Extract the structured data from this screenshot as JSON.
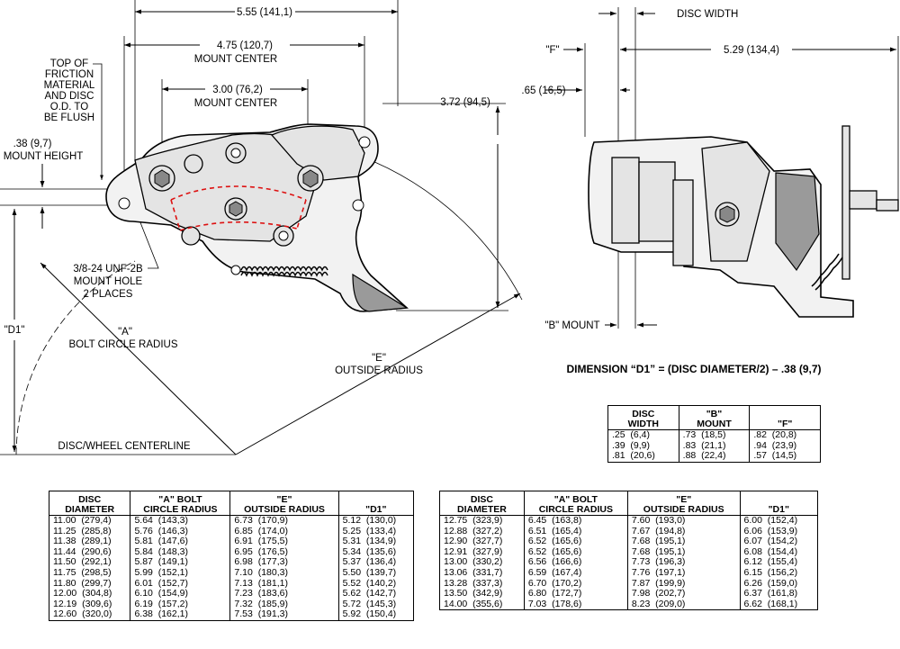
{
  "dims": {
    "overall": "5.55 (141,1)",
    "mount_center_outer_value": "4.75 (120,7)",
    "mount_center_outer_label": "MOUNT CENTER",
    "mount_center_inner_value": "3.00 (76,2)",
    "mount_center_inner_label": "MOUNT CENTER",
    "height_right": "3.72 (94,5)",
    "top_friction": [
      "TOP OF",
      "FRICTION",
      "MATERIAL",
      "AND DISC",
      "O.D. TO",
      "BE FLUSH"
    ],
    "mount_height_value": ".38 (9,7)",
    "mount_height_label": "MOUNT HEIGHT",
    "mount_hole": [
      "3/8-24 UNF-2B",
      "MOUNT HOLE",
      "2 PLACES"
    ],
    "d1": "\"D1\"",
    "a_name": "\"A\"",
    "a_label": "BOLT CIRCLE RADIUS",
    "e_name": "\"E\"",
    "e_label": "OUTSIDE RADIUS",
    "centerline": "DISC/WHEEL CENTERLINE",
    "disc_width": "DISC WIDTH",
    "f": "\"F\"",
    "side_width": "5.29 (134,4)",
    "side_offset": ".65 (16,5)",
    "b_mount": "\"B\" MOUNT",
    "formula": "DIMENSION “D1” = (DISC DIAMETER/2) – .38 (9,7)"
  },
  "table_small": {
    "headers": [
      [
        "DISC",
        "WIDTH"
      ],
      [
        "\"B\"",
        "MOUNT"
      ],
      [
        "",
        "\"F\""
      ]
    ],
    "rows": [
      [
        ".25  (6,4)",
        ".73  (18,5)",
        ".82  (20,8)"
      ],
      [
        ".39  (9,9)",
        ".83  (21,1)",
        ".94  (23,9)"
      ],
      [
        ".81  (20,6)",
        ".88  (22,4)",
        ".57  (14,5)"
      ]
    ]
  },
  "table_left": {
    "headers": [
      [
        "DISC",
        "DIAMETER"
      ],
      [
        "\"A\" BOLT",
        "CIRCLE RADIUS"
      ],
      [
        "\"E\"",
        "OUTSIDE RADIUS"
      ],
      [
        "",
        "\"D1\""
      ]
    ],
    "rows": [
      [
        "11.00  (279,4)",
        "5.64  (143,3)",
        "6.73  (170,9)",
        "5.12  (130,0)"
      ],
      [
        "11.25  (285,8)",
        "5.76  (146,3)",
        "6.85  (174,0)",
        "5.25  (133,4)"
      ],
      [
        "11.38  (289,1)",
        "5.81  (147,6)",
        "6.91  (175,5)",
        "5.31  (134,9)"
      ],
      [
        "11.44  (290,6)",
        "5.84  (148,3)",
        "6.95  (176,5)",
        "5.34  (135,6)"
      ],
      [
        "11.50  (292,1)",
        "5.87  (149,1)",
        "6.98  (177,3)",
        "5.37  (136,4)"
      ],
      [
        "11.75  (298,5)",
        "5.99  (152,1)",
        "7.10  (180,3)",
        "5.50  (139,7)"
      ],
      [
        "11.80  (299,7)",
        "6.01  (152,7)",
        "7.13  (181,1)",
        "5.52  (140,2)"
      ],
      [
        "12.00  (304,8)",
        "6.10  (154,9)",
        "7.23  (183,6)",
        "5.62  (142,7)"
      ],
      [
        "12.19  (309,6)",
        "6.19  (157,2)",
        "7.32  (185,9)",
        "5.72  (145,3)"
      ],
      [
        "12.60  (320,0)",
        "6.38  (162,1)",
        "7.53  (191,3)",
        "5.92  (150,4)"
      ]
    ]
  },
  "table_right": {
    "headers": [
      [
        "DISC",
        "DIAMETER"
      ],
      [
        "\"A\" BOLT",
        "CIRCLE RADIUS"
      ],
      [
        "\"E\"",
        "OUTSIDE RADIUS"
      ],
      [
        "",
        "\"D1\""
      ]
    ],
    "rows": [
      [
        "12.75  (323,9)",
        "6.45  (163,8)",
        "7.60  (193,0)",
        "6.00  (152,4)"
      ],
      [
        "12.88  (327,2)",
        "6.51  (165,4)",
        "7.67  (194,8)",
        "6.06  (153,9)"
      ],
      [
        "12.90  (327,7)",
        "6.52  (165,6)",
        "7.68  (195,1)",
        "6.07  (154,2)"
      ],
      [
        "12.91  (327,9)",
        "6.52  (165,6)",
        "7.68  (195,1)",
        "6.08  (154,4)"
      ],
      [
        "13.00  (330,2)",
        "6.56  (166,6)",
        "7.73  (196,3)",
        "6.12  (155,4)"
      ],
      [
        "13.06  (331,7)",
        "6.59  (167,4)",
        "7.76  (197,1)",
        "6.15  (156,2)"
      ],
      [
        "13.28  (337,3)",
        "6.70  (170,2)",
        "7.87  (199,9)",
        "6.26  (159,0)"
      ],
      [
        "13.50  (342,9)",
        "6.80  (172,7)",
        "7.98  (202,7)",
        "6.37  (161,8)"
      ],
      [
        "14.00  (355,6)",
        "7.03  (178,6)",
        "8.23  (209,0)",
        "6.62  (168,1)"
      ]
    ]
  }
}
